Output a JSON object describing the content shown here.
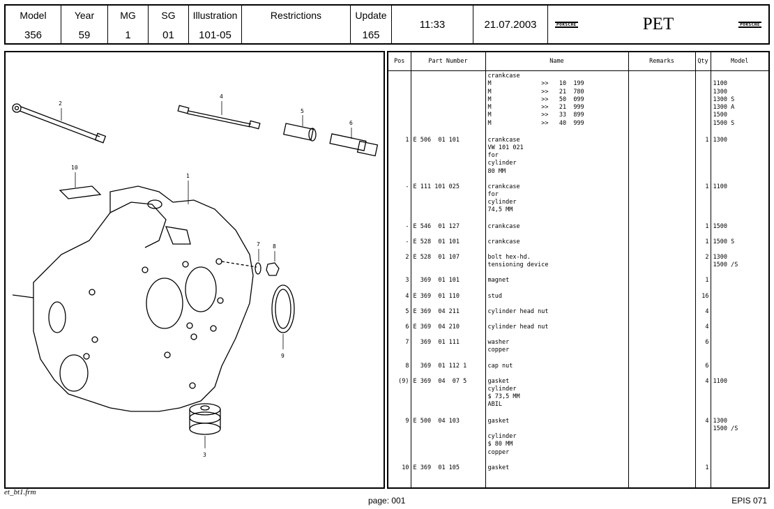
{
  "header": {
    "labels": {
      "model": "Model",
      "year": "Year",
      "mg": "MG",
      "sg": "SG",
      "illustration": "Illustration",
      "restrictions": "Restrictions",
      "update": "Update"
    },
    "values": {
      "model": "356",
      "year": "59",
      "mg": "1",
      "sg": "01",
      "illustration": "101-05",
      "restrictions": "",
      "update": "165"
    },
    "time": "11:33",
    "date": "21.07.2003",
    "brand_logo": "PORSCHE",
    "app_title": "PET"
  },
  "illustration": {
    "callouts": [
      "2",
      "4",
      "5",
      "6",
      "10",
      "1",
      "7",
      "8",
      "9",
      "3"
    ]
  },
  "table": {
    "columns": {
      "pos": "Pos",
      "part_number": "Part Number",
      "name": "Name",
      "remarks": "Remarks",
      "qty": "Qty",
      "model": "Model"
    },
    "rows": [
      {
        "pos": "",
        "part_number": "",
        "name": "crankcase\nM              >>   10  199\nM              >>   21  780\nM              >>   50  099\nM              >>   21  999\nM              >>   33  899\nM              >>   40  999",
        "remarks": "",
        "qty": "",
        "model": "\n1100\n1300\n1300 S\n1300 A\n1500\n1500 S"
      },
      {
        "pos": "1",
        "part_number": "E 506  01 101",
        "name": "crankcase\nVW 101 021\nfor\ncylinder\n80 MM",
        "remarks": "",
        "qty": "1",
        "model": "1300"
      },
      {
        "pos": "-",
        "part_number": "E 111 101 025",
        "name": "crankcase\nfor\ncylinder\n74,5 MM",
        "remarks": "",
        "qty": "1",
        "model": "1100"
      },
      {
        "pos": "-",
        "part_number": "E 546  01 127",
        "name": "crankcase",
        "remarks": "",
        "qty": "1",
        "model": "1500"
      },
      {
        "pos": "-",
        "part_number": "E 528  01 101",
        "name": "crankcase",
        "remarks": "",
        "qty": "1",
        "model": "1500 S"
      },
      {
        "pos": "2",
        "part_number": "E 528  01 107",
        "name": "bolt hex-hd.\ntensioning device",
        "remarks": "",
        "qty": "2",
        "model": "1300\n1500 /S"
      },
      {
        "pos": "3",
        "part_number": "  369  01 101",
        "name": "magnet",
        "remarks": "",
        "qty": "1",
        "model": ""
      },
      {
        "pos": "4",
        "part_number": "E 369  01 110",
        "name": "stud",
        "remarks": "",
        "qty": "16",
        "model": ""
      },
      {
        "pos": "5",
        "part_number": "E 369  04 211",
        "name": "cylinder head nut",
        "remarks": "",
        "qty": "4",
        "model": ""
      },
      {
        "pos": "6",
        "part_number": "E 369  04 210",
        "name": "cylinder head nut",
        "remarks": "",
        "qty": "4",
        "model": ""
      },
      {
        "pos": "7",
        "part_number": "  369  01 111",
        "name": "washer\ncopper",
        "remarks": "",
        "qty": "6",
        "model": ""
      },
      {
        "pos": "8",
        "part_number": "  369  01 112 1",
        "name": "cap nut",
        "remarks": "",
        "qty": "6",
        "model": ""
      },
      {
        "pos": "(9)",
        "part_number": "E 369  04  07 5",
        "name": "gasket\ncylinder\n$ 73,5 MM\nABIL",
        "remarks": "",
        "qty": "4",
        "model": "1100"
      },
      {
        "pos": "9",
        "part_number": "E 500  04 103",
        "name": "gasket\n\ncylinder\n$ 80 MM\ncopper",
        "remarks": "",
        "qty": "4",
        "model": "1300\n1500 /S"
      },
      {
        "pos": "10",
        "part_number": "E 369  01 105",
        "name": "gasket",
        "remarks": "",
        "qty": "1",
        "model": ""
      }
    ]
  },
  "footer": {
    "form": "et_bt1.frm",
    "page": "page: 001",
    "version": "EPIS 071"
  }
}
